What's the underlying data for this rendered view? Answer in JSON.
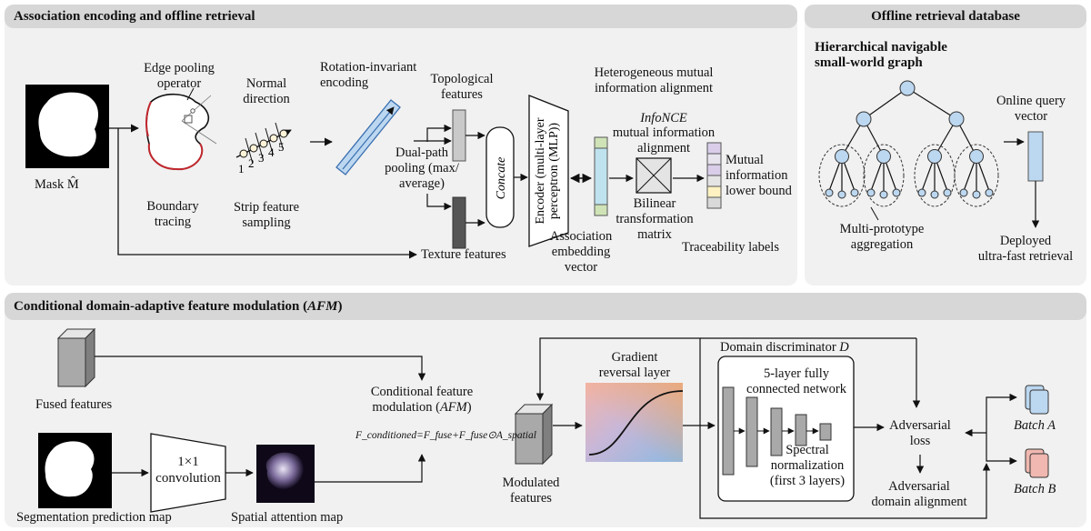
{
  "panel_top_left": {
    "title": "Association encoding and offline retrieval"
  },
  "panel_top_right": {
    "title": "Offline retrieval database"
  },
  "panel_bottom": {
    "title_main": "Conditional domain-adaptive feature modulation (",
    "title_italic": "AFM",
    "title_end": ")"
  },
  "top": {
    "mask": "Mask M̂",
    "edge_pooling": "Edge pooling\noperator",
    "boundary_tracing": "Boundary\ntracing",
    "normal_direction": "Normal\ndirection",
    "strip_sampling": "Strip feature\nsampling",
    "strip_numbers": [
      "1",
      "2",
      "3",
      "4",
      "5"
    ],
    "rotation_invariant": "Rotation-invariant\nencoding",
    "topological": "Topological\nfeatures",
    "dual_path": "Dual-path\npooling (max/\naverage)",
    "texture": "Texture features",
    "concate": "Concate",
    "encoder_a": "Encoder (multi-layer",
    "encoder_b": "perceptron (MLP))",
    "association_vector": "Association\nembedding\nvector",
    "heterogeneous": "Heterogeneous mutual\ninformation alignment",
    "infonce_title": "InfoNCE",
    "infonce_sub": "mutual information\nalignment",
    "bilinear": "Bilinear\ntransformation\nmatrix",
    "mutual_bound": "Mutual\ninformation\nlower bound",
    "traceability": "Traceability labels"
  },
  "db": {
    "hnsw": "Hierarchical navigable\nsmall-world graph",
    "online_query": "Online query\nvector",
    "multi_prototype": "Multi-prototype\naggregation",
    "deployed": "Deployed\nultra-fast retrieval"
  },
  "bottom": {
    "fused": "Fused features",
    "seg_map": "Segmentation prediction map",
    "conv_a": "1×1",
    "conv_b": "convolution",
    "spatial_map": "Spatial attention map",
    "cond_mod_a": "Conditional feature",
    "cond_mod_b": "modulation (",
    "cond_mod_c": "AFM",
    "cond_mod_d": ")",
    "formula": "F_conditioned=F_fuse+F_fuse⊙A_spatial",
    "modulated": "Modulated\nfeatures",
    "grl": "Gradient\nreversal layer",
    "domain_disc": "Domain discriminator ",
    "domain_disc_d": "D",
    "fc_network": "5-layer fully\nconnected network",
    "spectral": "Spectral\nnormalization\n(first 3 layers)",
    "adv_loss": "Adversarial\nloss",
    "adv_align": "Adversarial\ndomain alignment",
    "batch_a": "Batch A",
    "batch_b": "Batch B"
  },
  "colors": {
    "panel_bg": "#f1f1f1",
    "header_bg": "#d7d7d7",
    "blue_bar": "#bcd7f0",
    "green_cell": "#cfe3b7",
    "purple_cell": "#d9cde9",
    "yellow_cell": "#fff2c2",
    "node": "#bcd7f0",
    "batch_a": "#bcd7f0",
    "batch_b": "#f0b8b0",
    "edge_red": "#c0272d"
  }
}
